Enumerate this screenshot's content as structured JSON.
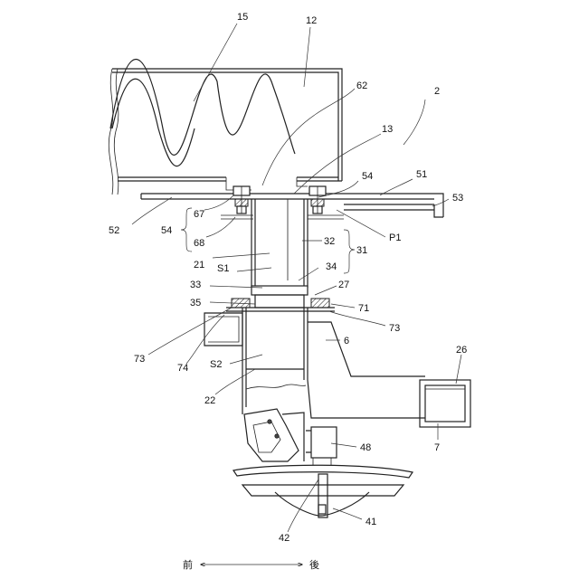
{
  "labels": {
    "l15": "15",
    "l12": "12",
    "l62": "62",
    "l2": "2",
    "l13": "13",
    "l54a": "54",
    "l51": "51",
    "l53": "53",
    "l52": "52",
    "l67": "67",
    "l54b": "54",
    "l68": "68",
    "lP1": "P1",
    "l32": "32",
    "l31": "31",
    "l21": "21",
    "lS1": "S1",
    "l34": "34",
    "l33": "33",
    "l27": "27",
    "l35": "35",
    "l71": "71",
    "l73a": "73",
    "l73b": "73",
    "l74": "74",
    "l6": "6",
    "lS2": "S2",
    "l26": "26",
    "l22": "22",
    "l7": "7",
    "l48": "48",
    "l41": "41",
    "l42": "42"
  },
  "direction": {
    "front": "前",
    "rear": "後"
  }
}
